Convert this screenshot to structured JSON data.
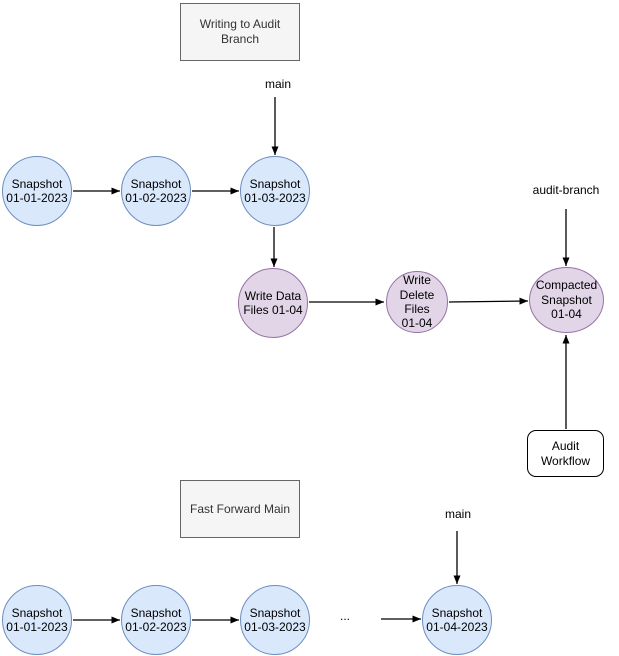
{
  "colors": {
    "snapshot_fill": "#dae8fc",
    "snapshot_stroke": "#6c8ebf",
    "audit_fill": "#e1d5e7",
    "audit_stroke": "#9673a6",
    "title_box_fill": "#f5f5f5",
    "title_box_stroke": "#666666",
    "workflow_box_fill": "#ffffff",
    "workflow_box_stroke": "#000000",
    "arrow": "#000000"
  },
  "top_section": {
    "title": "Writing to Audit Branch",
    "main_label": "main",
    "audit_branch_label": "audit-branch",
    "snapshots": [
      {
        "label": [
          "Snapshot",
          "01-01-2023"
        ]
      },
      {
        "label": [
          "Snapshot",
          "01-02-2023"
        ]
      },
      {
        "label": [
          "Snapshot",
          "01-03-2023"
        ]
      }
    ],
    "audit_nodes": [
      {
        "label": [
          "Write Data",
          "Files 01-04"
        ]
      },
      {
        "label": [
          "Write",
          "Delete Files",
          "01-04"
        ]
      },
      {
        "label": [
          "Compacted",
          "Snapshot",
          "01-04"
        ]
      }
    ],
    "workflow_box_label": [
      "Audit",
      "Workflow"
    ]
  },
  "bottom_section": {
    "title": "Fast Forward Main",
    "main_label": "main",
    "ellipsis": "...",
    "snapshots": [
      {
        "label": [
          "Snapshot",
          "01-01-2023"
        ]
      },
      {
        "label": [
          "Snapshot",
          "01-02-2023"
        ]
      },
      {
        "label": [
          "Snapshot",
          "01-03-2023"
        ]
      },
      {
        "label": [
          "Snapshot",
          "01-04-2023"
        ]
      }
    ]
  }
}
